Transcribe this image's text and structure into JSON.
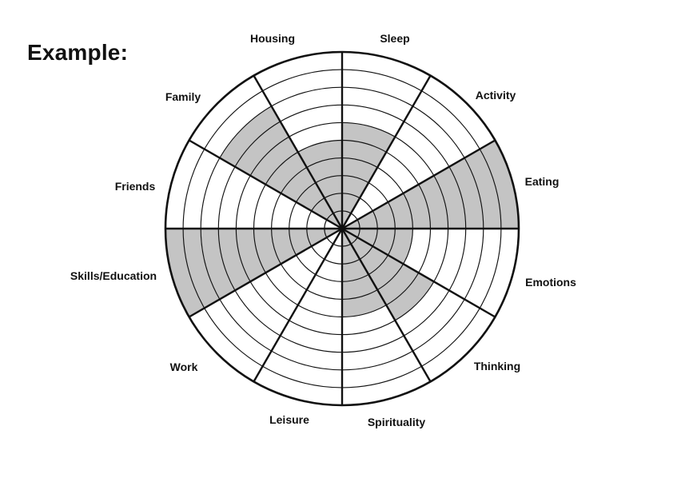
{
  "title": "Example:",
  "colors": {
    "fill": "#c4c4c4",
    "line": "#111111",
    "background": "#ffffff"
  },
  "wheel": {
    "rings": 10,
    "segments": [
      {
        "label": "Sleep",
        "score": 6
      },
      {
        "label": "Activity",
        "score": 0
      },
      {
        "label": "Eating",
        "score": 10
      },
      {
        "label": "Emotions",
        "score": 4
      },
      {
        "label": "Thinking",
        "score": 6
      },
      {
        "label": "Spirituality",
        "score": 5
      },
      {
        "label": "Leisure",
        "score": 0
      },
      {
        "label": "Work",
        "score": 0
      },
      {
        "label": "Skills/Education",
        "score": 10
      },
      {
        "label": "Friends",
        "score": 0
      },
      {
        "label": "Family",
        "score": 8
      },
      {
        "label": "Housing",
        "score": 5
      }
    ]
  }
}
